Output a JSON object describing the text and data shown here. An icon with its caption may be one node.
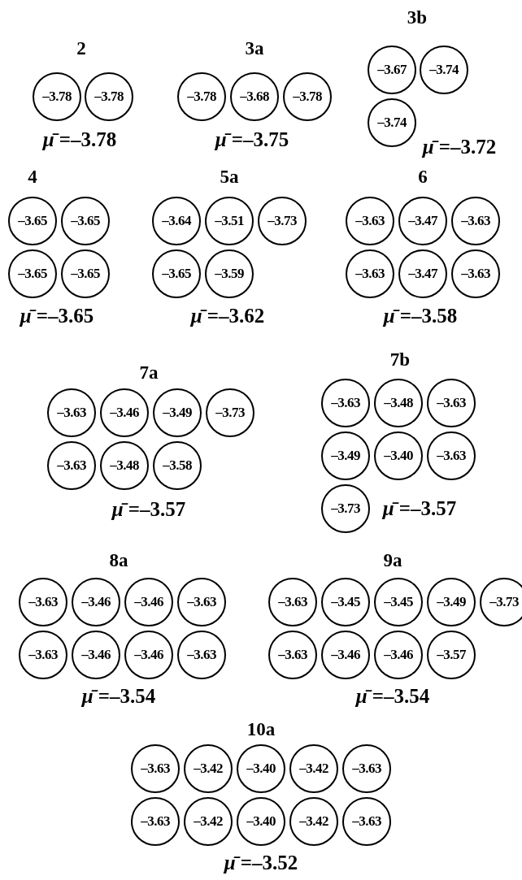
{
  "diagram": {
    "nodes": [
      {
        "text": [
          "–3.78"
        ]
      },
      {
        "text": [
          "–3.78"
        ]
      },
      {
        "text": [
          "–3.78"
        ]
      },
      {
        "text": [
          "–3.68"
        ]
      },
      {
        "text": [
          "–3.78"
        ]
      },
      {
        "text": [
          "–3.67"
        ]
      },
      {
        "text": [
          "–3.74"
        ]
      },
      {
        "text": [
          "–3.74"
        ]
      },
      {
        "text": [
          "–3.65"
        ]
      },
      {
        "text": [
          "–3.65"
        ]
      },
      {
        "text": [
          "–3.65"
        ]
      },
      {
        "text": [
          "–3.65"
        ]
      },
      {
        "text": [
          "–3.64"
        ]
      },
      {
        "text": [
          "–3.51"
        ]
      },
      {
        "text": [
          "–3.73"
        ]
      },
      {
        "text": [
          "–3.65"
        ]
      },
      {
        "text": [
          "–3.59"
        ]
      },
      {
        "text": [
          "–3.63"
        ]
      },
      {
        "text": [
          "–3.47"
        ]
      },
      {
        "text": [
          "–3.63"
        ]
      },
      {
        "text": [
          "–3.63"
        ]
      },
      {
        "text": [
          "–3.47"
        ]
      },
      {
        "text": [
          "–3.63"
        ]
      },
      {
        "text": [
          "–3.63"
        ]
      },
      {
        "text": [
          "–3.46"
        ]
      },
      {
        "text": [
          "–3.49"
        ]
      },
      {
        "text": [
          "–3.73"
        ]
      },
      {
        "text": [
          "–3.63"
        ]
      },
      {
        "text": [
          "–3.48"
        ]
      },
      {
        "text": [
          "–3.58"
        ]
      },
      {
        "text": [
          "–3.63"
        ]
      },
      {
        "text": [
          "–3.48"
        ]
      },
      {
        "text": [
          "–3.63"
        ]
      },
      {
        "text": [
          "–3.49"
        ]
      },
      {
        "text": [
          "–3.40"
        ]
      },
      {
        "text": [
          "–3.63"
        ]
      },
      {
        "text": [
          "–3.73"
        ]
      },
      {
        "text": [
          "–3.63"
        ]
      },
      {
        "text": [
          "–3.46"
        ]
      },
      {
        "text": [
          "–3.46"
        ]
      },
      {
        "text": [
          "–3.63"
        ]
      },
      {
        "text": [
          "–3.63"
        ]
      },
      {
        "text": [
          "–3.46"
        ]
      },
      {
        "text": [
          "–3.46"
        ]
      },
      {
        "text": [
          "–3.63"
        ]
      },
      {
        "text": [
          "–3.63"
        ]
      },
      {
        "text": [
          "–3.45"
        ]
      },
      {
        "text": [
          "–3.45"
        ]
      },
      {
        "text": [
          "–3.49"
        ]
      },
      {
        "text": [
          "–3.73"
        ]
      },
      {
        "text": [
          "–3.63"
        ]
      },
      {
        "text": [
          "–3.46"
        ]
      },
      {
        "text": [
          "–3.46"
        ]
      },
      {
        "text": [
          "–3.57"
        ]
      },
      {
        "text": [
          "–3.63"
        ]
      },
      {
        "text": [
          "–3.42"
        ]
      },
      {
        "text": [
          "–3.40"
        ]
      },
      {
        "text": [
          "–3.42"
        ]
      },
      {
        "text": [
          "–3.63"
        ]
      },
      {
        "text": [
          "–3.63"
        ]
      },
      {
        "text": [
          "–3.42"
        ]
      },
      {
        "text": [
          "–3.40"
        ]
      },
      {
        "text": [
          "–3.42"
        ]
      },
      {
        "text": [
          "–3.63"
        ]
      }
    ],
    "labels": [
      "2",
      "*μ̄* =–3.78",
      "3a",
      "*μ̄* =–3.75",
      "3b",
      "*μ̄* =–3.72",
      "4",
      "*μ̄* =–3.65",
      "5a",
      "*μ̄* =–3.62",
      "6",
      "*μ̄* =–3.58",
      "7a",
      "*μ̄* =–3.57",
      "7b",
      "*μ̄* =–3.57",
      "8a",
      "*μ̄* =–3.54",
      "9a",
      "*μ̄* =–3.54",
      "10a",
      "*μ̄* =–3.52"
    ]
  }
}
